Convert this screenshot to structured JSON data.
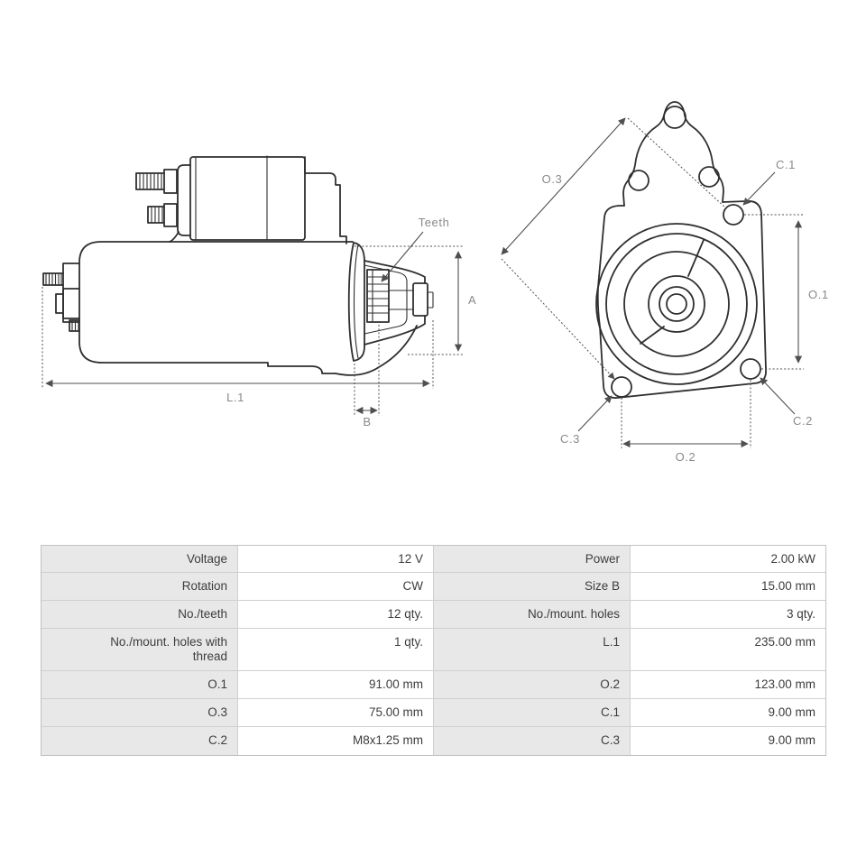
{
  "diagram": {
    "side_view": {
      "labels": {
        "teeth": "Teeth",
        "a": "A",
        "l1": "L.1",
        "b": "B"
      }
    },
    "front_view": {
      "labels": {
        "o3": "O.3",
        "c1": "C.1",
        "o1": "O.1",
        "c2": "C.2",
        "c3": "C.3",
        "o2": "O.2"
      }
    }
  },
  "specs_table": {
    "rows": [
      {
        "label1": "Voltage",
        "value1": "12 V",
        "label2": "Power",
        "value2": "2.00 kW"
      },
      {
        "label1": "Rotation",
        "value1": "CW",
        "label2": "Size B",
        "value2": "15.00 mm"
      },
      {
        "label1": "No./teeth",
        "value1": "12 qty.",
        "label2": "No./mount. holes",
        "value2": "3 qty."
      },
      {
        "label1": "No./mount. holes with thread",
        "value1": "1 qty.",
        "label2": "L.1",
        "value2": "235.00 mm"
      },
      {
        "label1": "O.1",
        "value1": "91.00 mm",
        "label2": "O.2",
        "value2": "123.00 mm"
      },
      {
        "label1": "O.3",
        "value1": "75.00 mm",
        "label2": "C.1",
        "value2": "9.00 mm"
      },
      {
        "label1": "C.2",
        "value1": "M8x1.25 mm",
        "label2": "C.3",
        "value2": "9.00 mm"
      }
    ]
  },
  "colors": {
    "part_outline": "#2f2f2f",
    "dimension_lines": "#4f4f4f",
    "dimension_text": "#8a8a8a",
    "table_label_bg": "#e8e8e8",
    "table_border": "#c2c2c2",
    "table_text": "#3d3d3d",
    "background": "#ffffff"
  }
}
